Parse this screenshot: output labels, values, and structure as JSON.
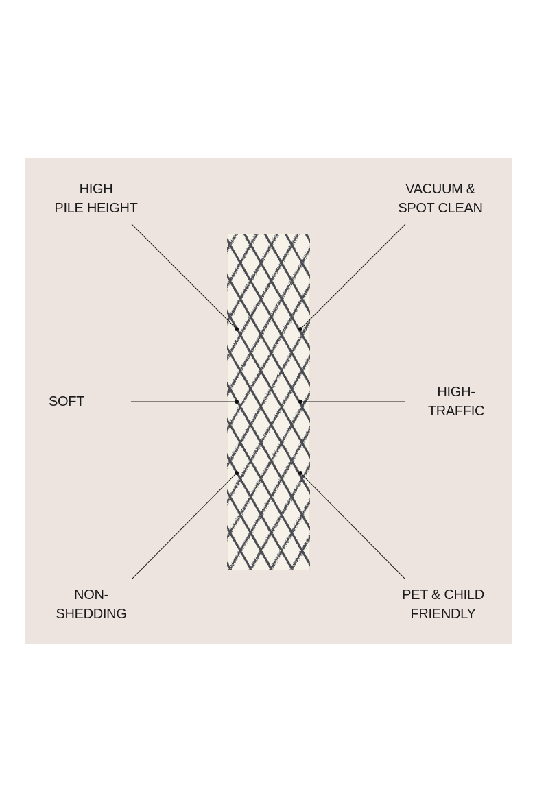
{
  "features": {
    "high_pile": [
      "HIGH",
      "PILE HEIGHT"
    ],
    "vacuum": [
      "VACUUM &",
      "SPOT CLEAN"
    ],
    "soft": [
      "SOFT"
    ],
    "high_traffic": [
      "HIGH-",
      "TRAFFIC"
    ],
    "non_shedding": [
      "NON-",
      "SHEDDING"
    ],
    "pet_child": [
      "PET & CHILD",
      "FRIENDLY"
    ]
  },
  "colors": {
    "background": "#ede3df",
    "rug_base": "#f6f2ea",
    "rug_pattern": "#4b4d52",
    "line": "#1a1a1a"
  },
  "product_image": "rug-runner-diamond-trellis-icon"
}
